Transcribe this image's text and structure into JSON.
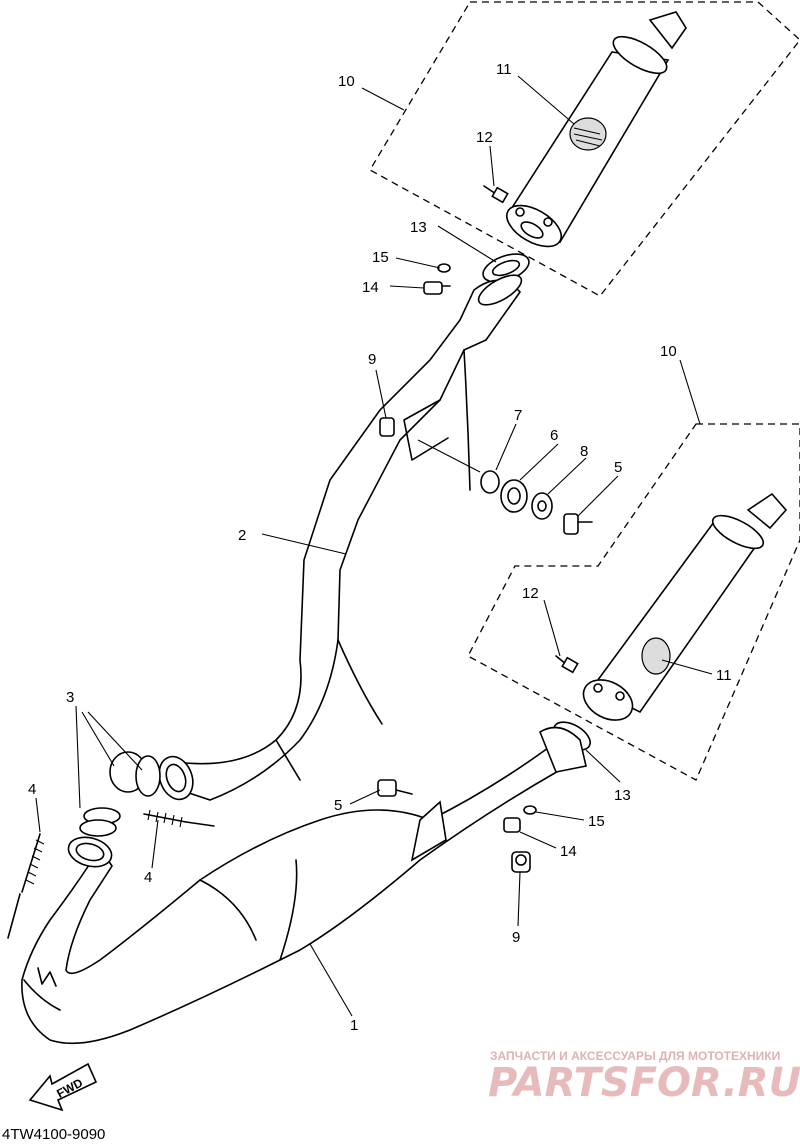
{
  "diagram_code": "4TW4100-9090",
  "fwd_label": "FWD",
  "watermark": {
    "tagline": "ЗАПЧАСТИ И АКСЕССУАРЫ ДЛЯ МОТОТЕХНИКИ",
    "brand": "PARTSFOR.RU"
  },
  "callouts": [
    {
      "id": "c10a",
      "label": "10"
    },
    {
      "id": "c11a",
      "label": "11"
    },
    {
      "id": "c12a",
      "label": "12"
    },
    {
      "id": "c13a",
      "label": "13"
    },
    {
      "id": "c15a",
      "label": "15"
    },
    {
      "id": "c14a",
      "label": "14"
    },
    {
      "id": "c9a",
      "label": "9"
    },
    {
      "id": "c10b",
      "label": "10"
    },
    {
      "id": "c7",
      "label": "7"
    },
    {
      "id": "c6",
      "label": "6"
    },
    {
      "id": "c8",
      "label": "8"
    },
    {
      "id": "c5a",
      "label": "5"
    },
    {
      "id": "c2",
      "label": "2"
    },
    {
      "id": "c12b",
      "label": "12"
    },
    {
      "id": "c11b",
      "label": "11"
    },
    {
      "id": "c3",
      "label": "3"
    },
    {
      "id": "c4a",
      "label": "4"
    },
    {
      "id": "c13b",
      "label": "13"
    },
    {
      "id": "c5b",
      "label": "5"
    },
    {
      "id": "c15b",
      "label": "15"
    },
    {
      "id": "c14b",
      "label": "14"
    },
    {
      "id": "c4b",
      "label": "4"
    },
    {
      "id": "c9b",
      "label": "9"
    },
    {
      "id": "c1",
      "label": "1"
    }
  ]
}
